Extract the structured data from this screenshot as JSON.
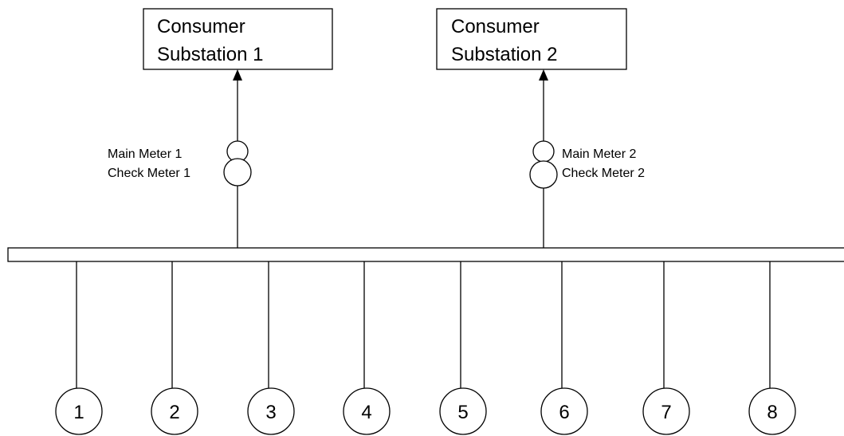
{
  "substations": [
    {
      "line1": "Consumer",
      "line2": "Substation 1"
    },
    {
      "line1": "Consumer",
      "line2": "Substation 2"
    }
  ],
  "meters": [
    {
      "main": "Main Meter 1",
      "check": "Check Meter 1"
    },
    {
      "main": "Main Meter 2",
      "check": "Check Meter 2"
    }
  ],
  "feeders": [
    "1",
    "2",
    "3",
    "4",
    "5",
    "6",
    "7",
    "8"
  ],
  "colors": {
    "stroke": "#000000",
    "background": "#ffffff"
  }
}
